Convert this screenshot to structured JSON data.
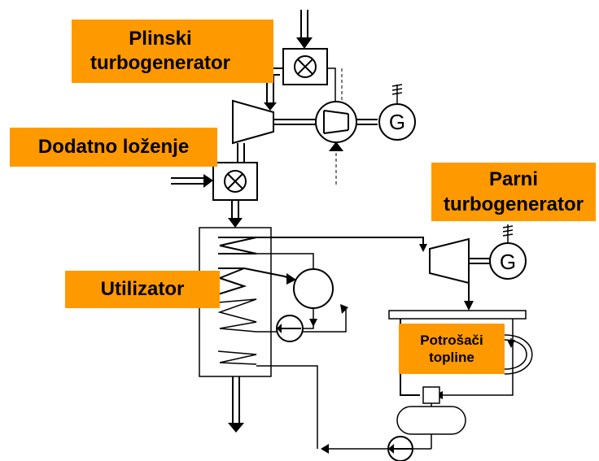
{
  "labels": {
    "plinski_line1": "Plinski",
    "plinski_line2": "turbogenerator",
    "dodatno": "Dodatno loženje",
    "parni_line1": "Parni",
    "parni_line2": "turbogenerator",
    "utilizator": "Utilizator",
    "potrosaci_line1": "Potrošači",
    "potrosaci_line2": "topline"
  },
  "symbols": {
    "generator_top": "G",
    "generator_right": "G"
  },
  "colors": {
    "label_fill": "#ff9900",
    "line": "#000000"
  }
}
